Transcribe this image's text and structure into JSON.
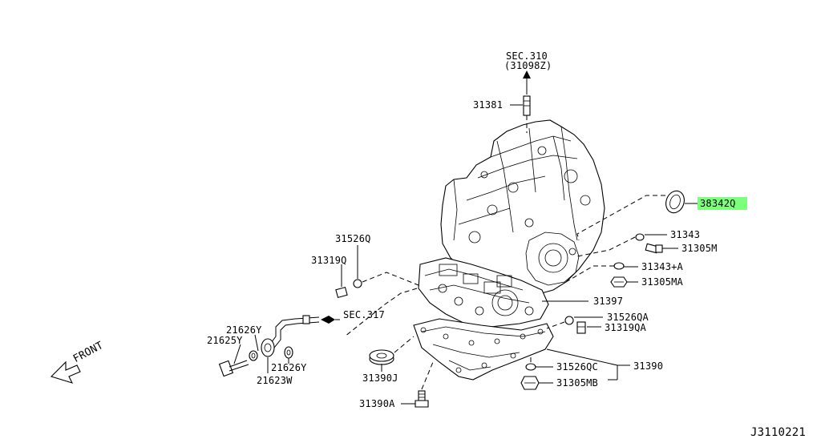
{
  "labels": {
    "sec310": "SEC.310",
    "sec310_sub": "(31098Z)",
    "p31381": "31381",
    "p38342q": "38342Q",
    "p31343": "31343",
    "p31305m": "31305M",
    "p31343a": "31343+A",
    "p31305ma": "31305MA",
    "p31397": "31397",
    "p31526qa": "31526QA",
    "p31319qa": "31319QA",
    "p31526qc": "31526QC",
    "p31390": "31390",
    "p31305mb": "31305MB",
    "p31526q": "31526Q",
    "p31319q": "31319Q",
    "sec317": "SEC.317",
    "p21626y_top": "21626Y",
    "p21625y": "21625Y",
    "p21626y_bottom": "21626Y",
    "p21623w": "21623W",
    "p31390j": "31390J",
    "p31390a": "31390A",
    "front": "FRONT",
    "diagram_code": "J3110221"
  },
  "colors": {
    "highlight": "#7dff7d",
    "line": "#000000",
    "background": "#ffffff"
  }
}
